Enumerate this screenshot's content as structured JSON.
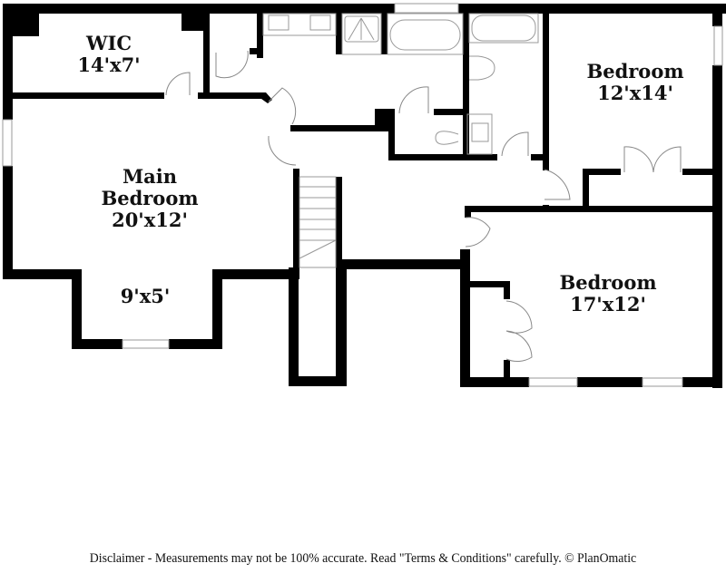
{
  "rooms": [
    {
      "id": "wic",
      "name": "WIC",
      "size": "14'x7'"
    },
    {
      "id": "main-bedroom",
      "name": "Main\nBedroom",
      "name_line1": "Main",
      "name_line2": "Bedroom",
      "size": "20'x12'"
    },
    {
      "id": "main-bedroom-alcove",
      "size": "9'x5'"
    },
    {
      "id": "bedroom-2",
      "name": "Bedroom",
      "size": "12'x14'"
    },
    {
      "id": "bedroom-3",
      "name": "Bedroom",
      "size": "17'x12'"
    }
  ],
  "footer": {
    "disclaimer": "Disclaimer - Measurements may not be 100% accurate. Read \"Terms & Conditions\" carefully. © PlanOmatic"
  },
  "colors": {
    "wall": "#000000",
    "fixture": "#888888",
    "background": "#ffffff"
  }
}
